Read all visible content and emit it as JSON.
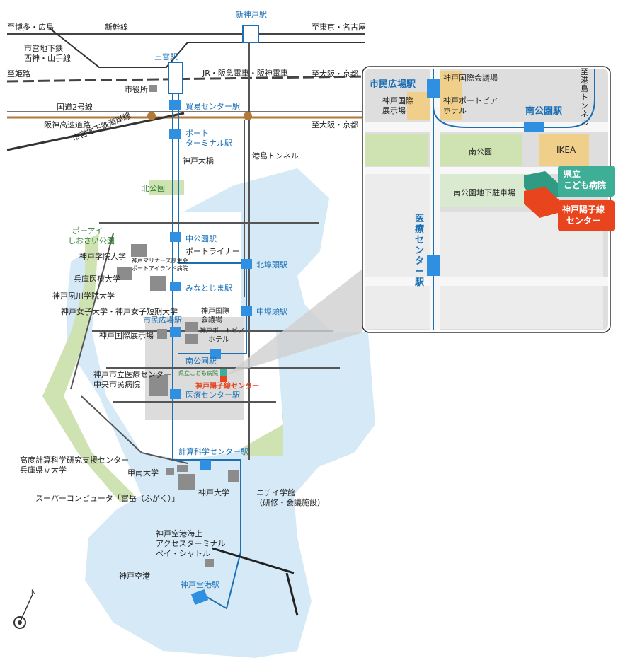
{
  "main_map": {
    "directions": {
      "to_hakata_hiroshima": "至博多・広島",
      "to_tokyo_nagoya": "至東京・名古屋",
      "to_himeji": "至姫路",
      "to_osaka_kyoto_1": "至大阪・京都",
      "to_osaka_kyoto_2": "至大阪・京都"
    },
    "lines": {
      "shinkansen": "新幹線",
      "subway_seishin_yamate": [
        "市営地下鉄",
        "西神・山手線"
      ],
      "jr_hankyu_hanshin": "JR・阪急電車・阪神電車",
      "route2": "国道2号線",
      "hanshin_expressway": "阪神高速道路",
      "subway_kaigan": "市営地下鉄海岸線",
      "port_liner": "ポートライナー",
      "minatojima_tunnel": "港島トンネル",
      "kobe_ohashi": "神戸大橋"
    },
    "stations": {
      "shin_kobe": "新神戸駅",
      "sannomiya": "三宮駅",
      "boeki_center": "貿易センター駅",
      "port_terminal": [
        "ポート",
        "ターミナル駅"
      ],
      "naka_koen": "中公園駅",
      "minatojima": "みなとじま駅",
      "shimin_hiroba": "市民広場駅",
      "minami_koen": "南公園駅",
      "iryo_center": "医療センター駅",
      "keisan_kagaku": "計算科学センター駅",
      "kobe_airport": "神戸空港駅",
      "kita_futo": "北埠頭駅",
      "naka_futo": "中埠頭駅"
    },
    "places": {
      "city_hall": "市役所",
      "kita_koen": "北公園",
      "boai_park": [
        "ポーアイ",
        "しおさい公園"
      ],
      "kobe_gakuin": "神戸学院大学",
      "mariners": [
        "神戸マリナーズ厚生会",
        "ポートアイランド病院"
      ],
      "hyogo_iryo": "兵庫医療大学",
      "shukugawa": "神戸夙川学院大学",
      "joshi": "神戸女子大学・神戸女子短期大学",
      "kokusai_tenjijo": "神戸国際展示場",
      "kokusai_kaigijo": [
        "神戸国際",
        "会議場"
      ],
      "portopia_hotel": [
        "神戸ポートピア",
        "ホテル"
      ],
      "city_medical": [
        "神戸市立医療センター",
        "中央市民病院"
      ],
      "kodomo_small": "県立こども病院",
      "proton_small": "神戸陽子線センター",
      "rist": [
        "高度計算科学研究支援センター",
        "兵庫県立大学"
      ],
      "konan": "甲南大学",
      "kobe_univ": "神戸大学",
      "supercomputer": "スーパーコンピュータ「富岳（ふがく）」",
      "nichii": [
        "ニチイ学館",
        "（研修・会議施設）"
      ],
      "bay_shuttle": [
        "神戸空港海上",
        "アクセスターミナル",
        "ベイ・シャトル"
      ],
      "kobe_airport": "神戸空港"
    },
    "compass_letter": "N"
  },
  "inset_map": {
    "stations": {
      "shimin_hiroba": "市民広場駅",
      "minami_koen": "南公園駅",
      "iryo_center": [
        "医",
        "療",
        "セ",
        "ン",
        "タ",
        "ー",
        "駅"
      ]
    },
    "places": {
      "kaigijo": "神戸国際会議場",
      "portopia": [
        "神戸ポートピア",
        "ホテル"
      ],
      "tenjijo": [
        "神戸国際",
        "展示場"
      ],
      "minato_tunnel": [
        "至",
        "港",
        "島",
        "ト",
        "ン",
        "ネ",
        "ル"
      ],
      "minami_koen_park": "南公園",
      "ikea": "IKEA",
      "parking": "南公園地下駐車場"
    },
    "callouts": {
      "kodomo": [
        "県立",
        "こども病院"
      ],
      "proton": [
        "神戸陽子線",
        "センター"
      ]
    }
  },
  "colors": {
    "sea": "#d5e9f7",
    "green_area": "#cfe2b2",
    "line_blue": "#1a6fb5",
    "station_blue": "#2f8fe0",
    "building_gray": "#8c8c8c",
    "kodomo_green": "#3fae96",
    "proton_red": "#e8441d"
  }
}
